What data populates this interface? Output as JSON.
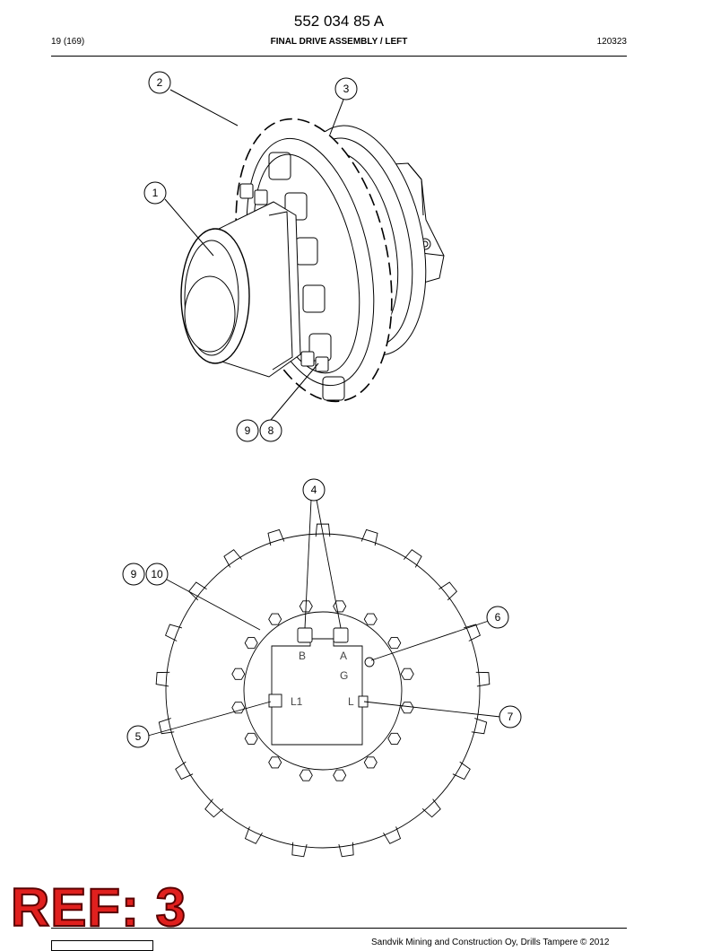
{
  "header": {
    "doc_number": "552 034 85 A",
    "page": "19 (169)",
    "title": "FINAL DRIVE ASSEMBLY / LEFT",
    "code": "120323"
  },
  "callouts_top": [
    "2",
    "3",
    "1",
    "9",
    "8"
  ],
  "callouts_bottom": [
    "4",
    "9",
    "10",
    "6",
    "5",
    "7"
  ],
  "port_labels": [
    "B",
    "A",
    "G",
    "L1",
    "L"
  ],
  "stamp": "REF: 3",
  "footer": "Sandvik Mining and Construction Oy, Drills Tampere © 2012"
}
